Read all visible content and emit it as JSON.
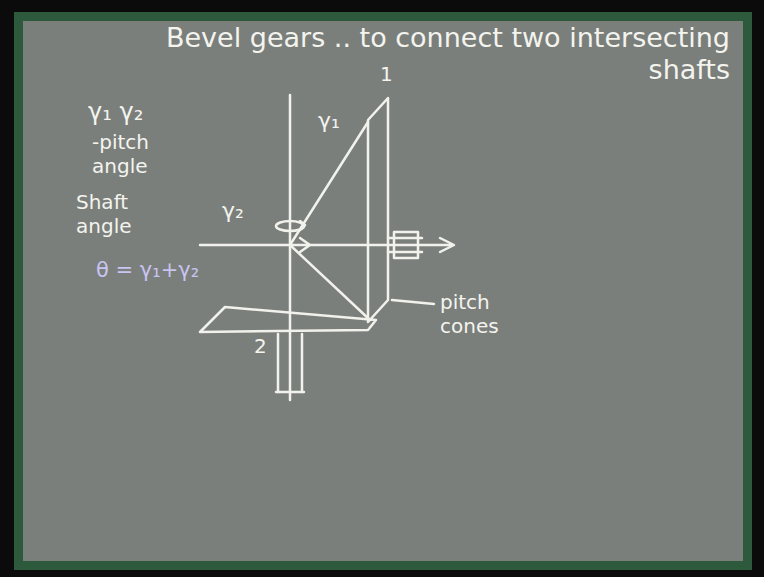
{
  "diagram": {
    "title": "Bevel gears .. to connect two intersecting shafts",
    "labels": [
      "γ₁ γ₂",
      "-pitch angle",
      "Shaft angle",
      "θ = γ₁+γ₂",
      "γ₂",
      "γ₁",
      "1",
      "2",
      "pitch cones"
    ]
  }
}
